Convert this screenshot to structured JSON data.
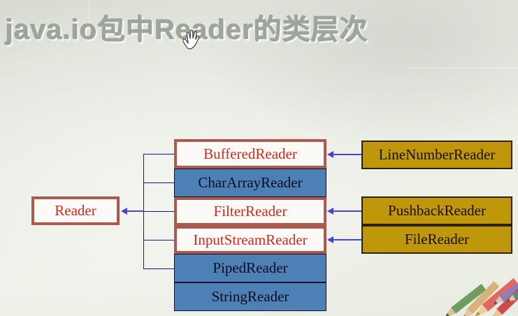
{
  "title": "java.io包中Reader的类层次",
  "diagram": {
    "root": {
      "label": "Reader"
    },
    "middle_column": [
      {
        "label": "BufferedReader",
        "style": "highlighted"
      },
      {
        "label": "CharArrayReader",
        "style": "plain"
      },
      {
        "label": "FilterReader",
        "style": "highlighted"
      },
      {
        "label": "InputStreamReader",
        "style": "highlighted"
      },
      {
        "label": "PipedReader",
        "style": "plain"
      },
      {
        "label": "StringReader",
        "style": "plain"
      }
    ],
    "right_column": [
      {
        "label": "LineNumberReader",
        "points_to": "BufferedReader"
      },
      {
        "label": "PushbackReader",
        "points_to": "FilterReader"
      },
      {
        "label": "FileReader",
        "points_to": "InputStreamReader"
      }
    ]
  },
  "colors": {
    "highlight_border": "#ad594f",
    "highlight_fill": "#fbfaf6",
    "highlight_text": "#cd2a20",
    "plain_fill": "#4d81b6",
    "plain_text": "#0b0b22",
    "subclass_fill": "#c0960b",
    "subclass_text": "#161004",
    "connector_line": "#15159b",
    "arrow": "#4646d2",
    "title_text": "#9fa59d",
    "background": "#eaede4"
  },
  "icons": {
    "cursor": "hand-cursor",
    "decoration": "colored-pencils"
  }
}
